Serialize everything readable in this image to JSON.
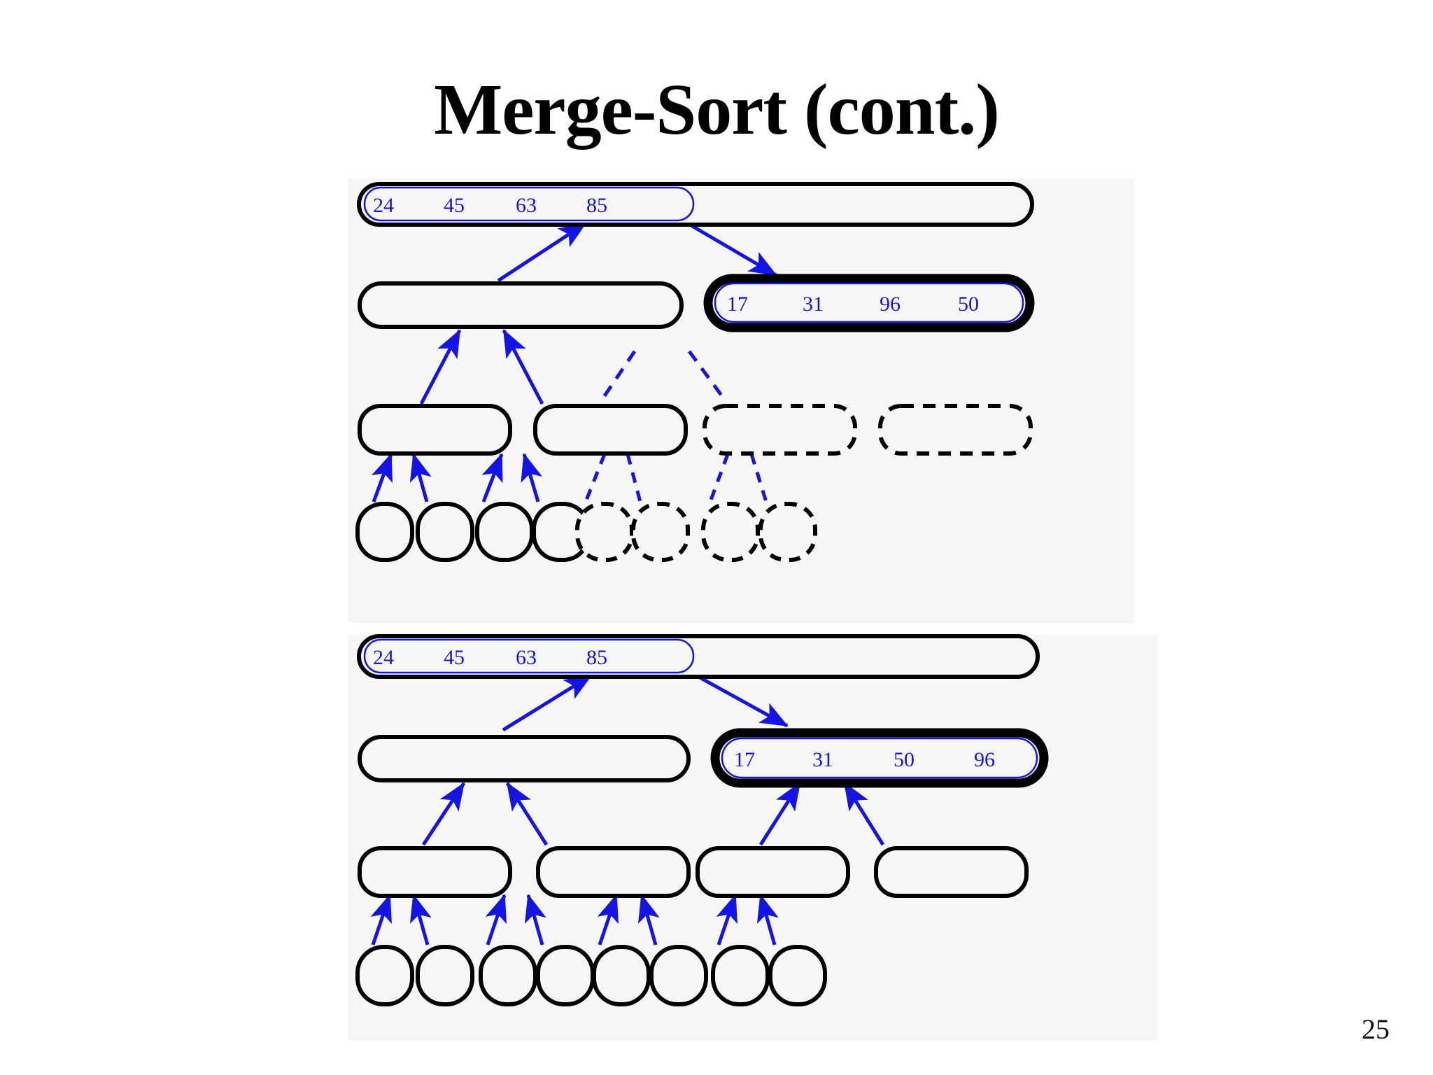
{
  "slide": {
    "title": "Merge-Sort (cont.)",
    "page_number": "25",
    "colors": {
      "accent_blue": "#1414e6",
      "node_stroke": "#000000",
      "panel_background": "#f7f7f7",
      "slide_background": "#ffffff",
      "title_color": "#000000"
    }
  },
  "diagrams": [
    {
      "id": "merge-sort-step-a",
      "name": "merge-sort-tree-top",
      "root": {
        "label": "root-sequence",
        "highlighted": false,
        "values": [
          "24",
          "45",
          "63",
          "85"
        ]
      },
      "level2": [
        {
          "label": "left-subtree-node",
          "values": [],
          "highlighted": false,
          "style": "solid"
        },
        {
          "label": "right-subtree-node",
          "values": [
            "17",
            "31",
            "96",
            "50"
          ],
          "highlighted": true,
          "style": "solid"
        }
      ],
      "level3": [
        {
          "label": "node-l1",
          "values": [],
          "style": "solid"
        },
        {
          "label": "node-l2",
          "values": [],
          "style": "solid"
        },
        {
          "label": "node-r1",
          "values": [],
          "style": "dashed"
        },
        {
          "label": "node-r2",
          "values": [],
          "style": "dashed"
        }
      ],
      "leaves": [
        {
          "label": "leaf-1",
          "style": "solid"
        },
        {
          "label": "leaf-2",
          "style": "solid"
        },
        {
          "label": "leaf-3",
          "style": "solid"
        },
        {
          "label": "leaf-4",
          "style": "solid"
        },
        {
          "label": "leaf-5",
          "style": "dashed"
        },
        {
          "label": "leaf-6",
          "style": "dashed"
        },
        {
          "label": "leaf-7",
          "style": "dashed"
        },
        {
          "label": "leaf-8",
          "style": "dashed"
        }
      ]
    },
    {
      "id": "merge-sort-step-b",
      "name": "merge-sort-tree-bottom",
      "root": {
        "label": "root-sequence",
        "highlighted": false,
        "values": [
          "24",
          "45",
          "63",
          "85"
        ]
      },
      "level2": [
        {
          "label": "left-subtree-node",
          "values": [],
          "highlighted": false,
          "style": "solid"
        },
        {
          "label": "right-subtree-node",
          "values": [
            "17",
            "31",
            "50",
            "96"
          ],
          "highlighted": true,
          "style": "solid"
        }
      ],
      "level3": [
        {
          "label": "node-l1",
          "values": [],
          "style": "solid"
        },
        {
          "label": "node-l2",
          "values": [],
          "style": "solid"
        },
        {
          "label": "node-r1",
          "values": [],
          "style": "solid"
        },
        {
          "label": "node-r2",
          "values": [],
          "style": "solid"
        }
      ],
      "leaves": [
        {
          "label": "leaf-1",
          "style": "solid"
        },
        {
          "label": "leaf-2",
          "style": "solid"
        },
        {
          "label": "leaf-3",
          "style": "solid"
        },
        {
          "label": "leaf-4",
          "style": "solid"
        },
        {
          "label": "leaf-5",
          "style": "solid"
        },
        {
          "label": "leaf-6",
          "style": "solid"
        },
        {
          "label": "leaf-7",
          "style": "solid"
        },
        {
          "label": "leaf-8",
          "style": "solid"
        }
      ]
    }
  ]
}
